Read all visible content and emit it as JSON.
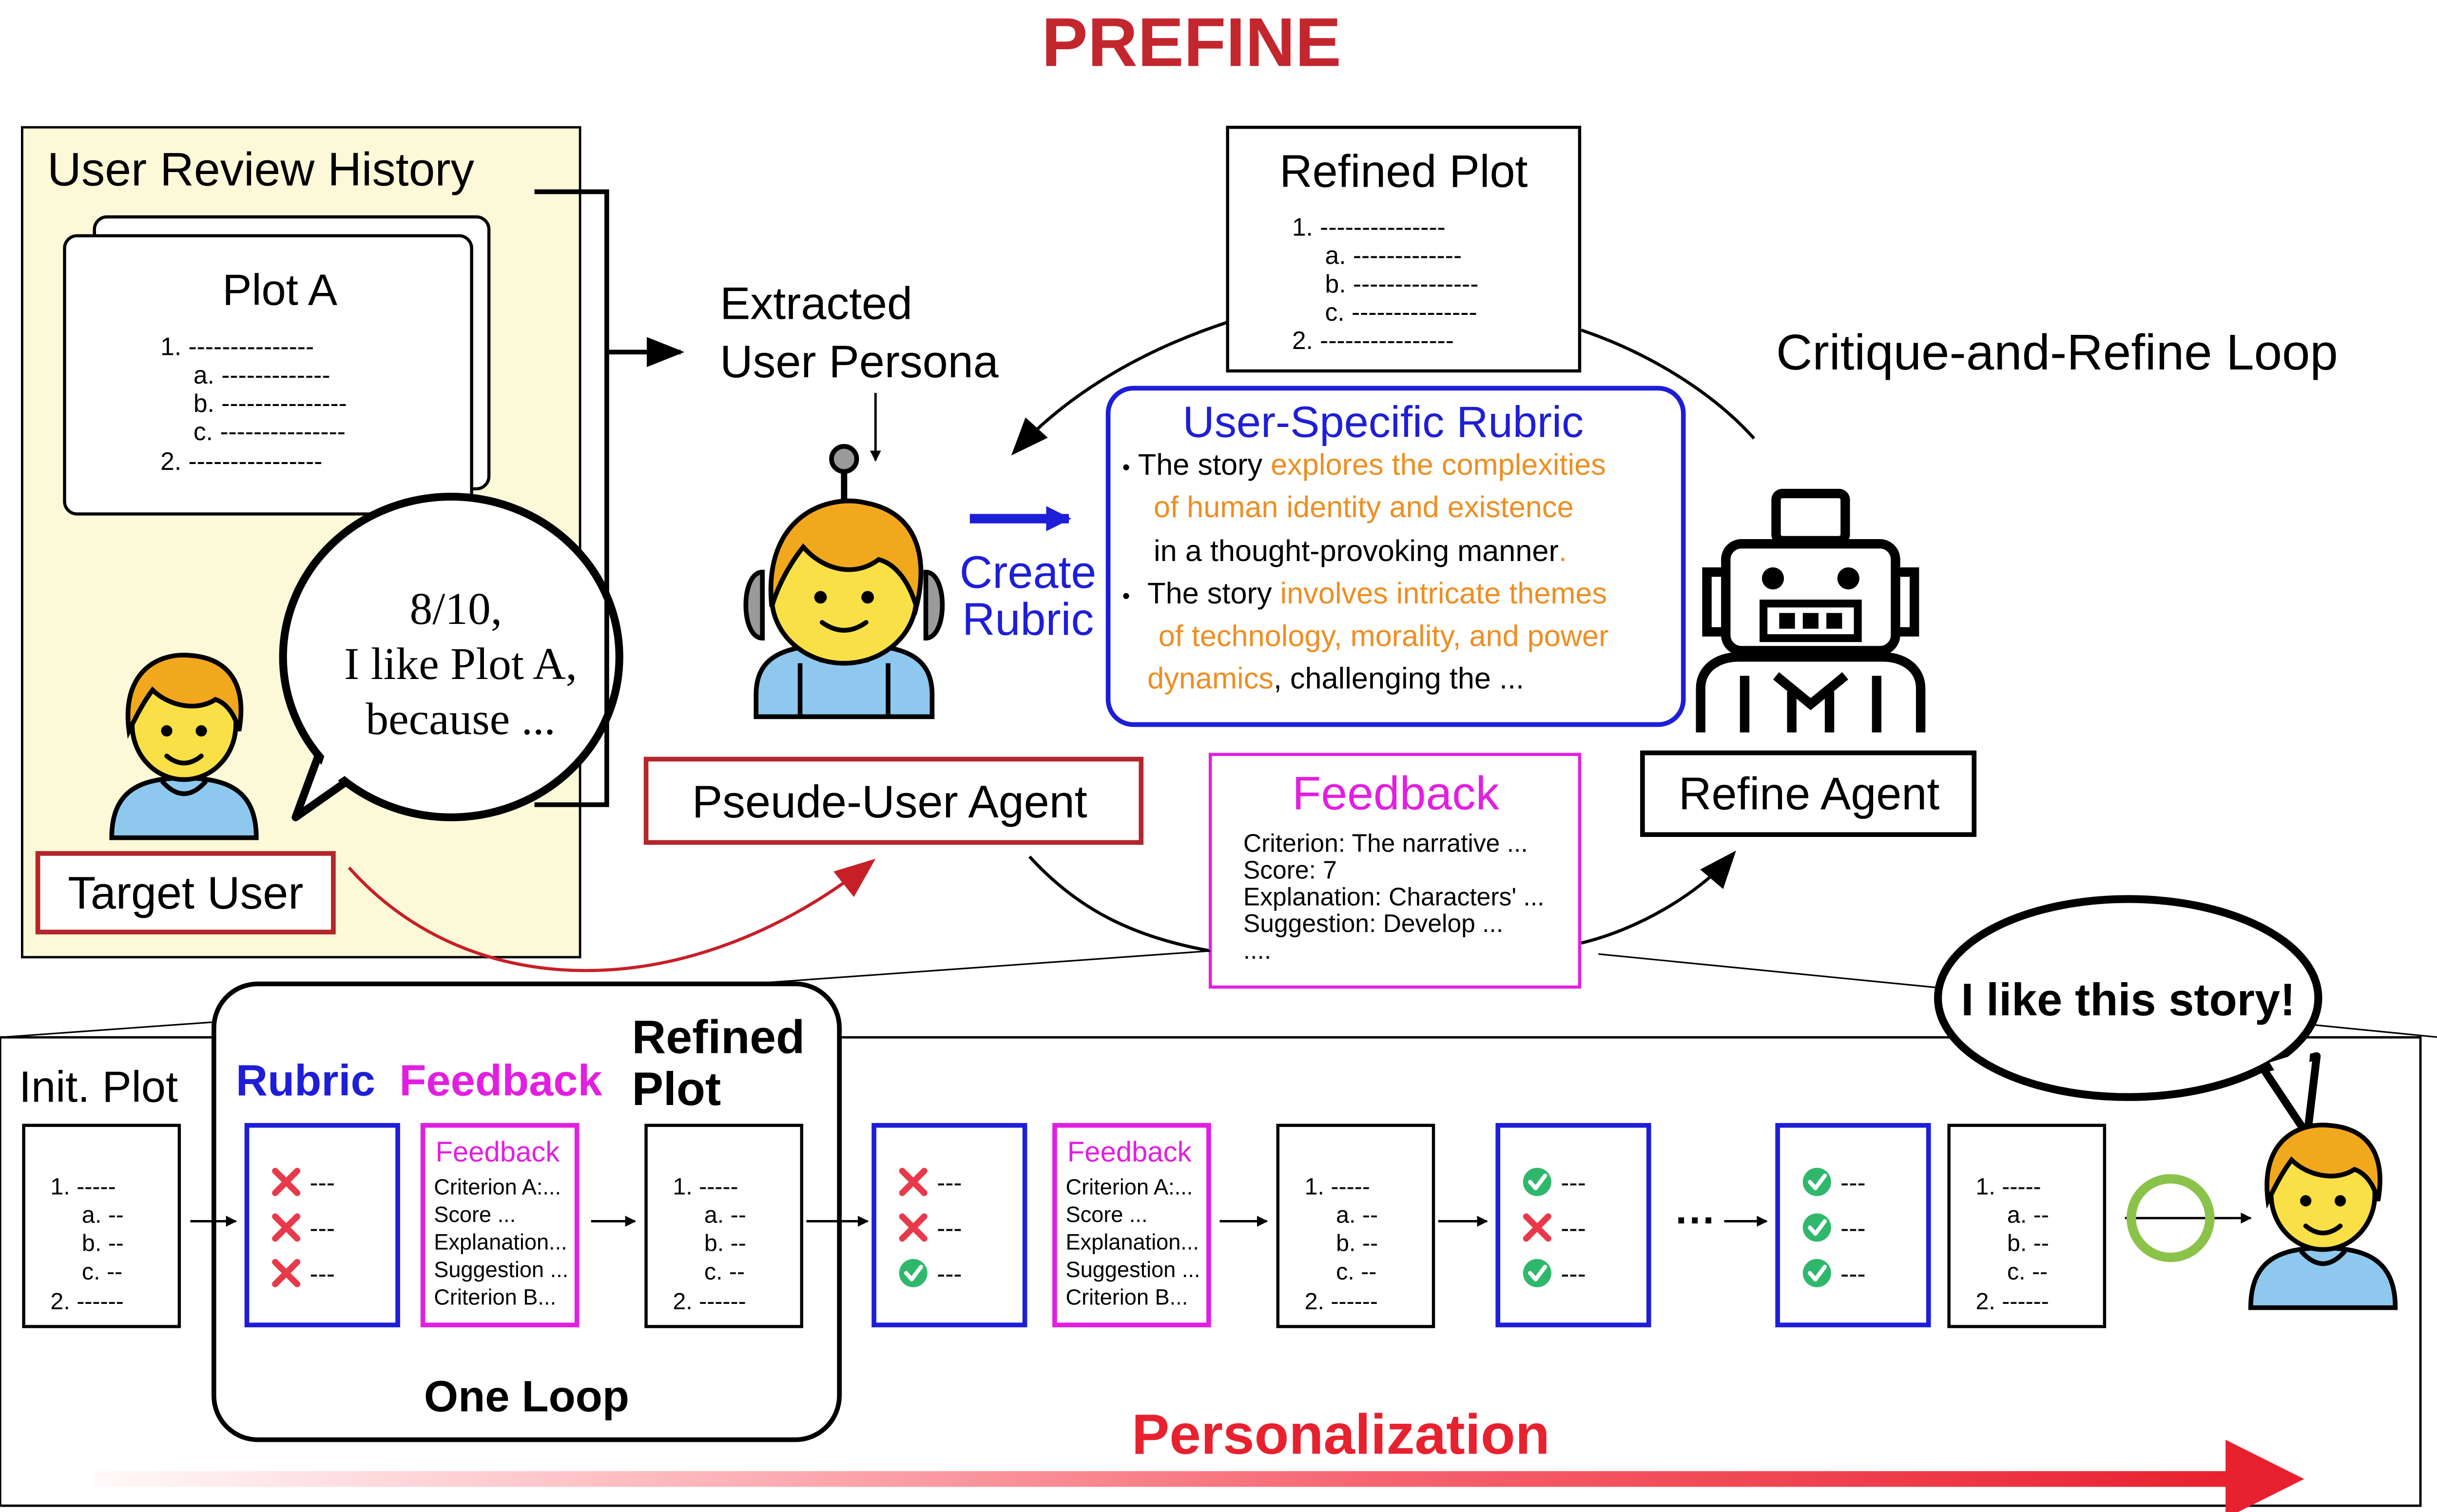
{
  "title": "PREFINE",
  "colors": {
    "title_red": "#C4262E",
    "panel_yellow": "#FBF9D8",
    "user_box_red": "#B2262C",
    "rubric_blue": "#1E1ED8",
    "feedback_magenta": "#E21FE0",
    "highlight_orange": "#EE8E22",
    "check_green": "#2FB86B",
    "cross_red": "#E8394B",
    "arrow_red": "#C71F27",
    "circle_green": "#8BC34A",
    "face_yellow": "#F9E046",
    "hair_orange": "#F2A81D",
    "shirt_blue": "#8EC8EE"
  },
  "history": {
    "title": "User Review History",
    "plot": {
      "title": "Plot A",
      "lines": [
        "1. ---------------",
        "a. -------------",
        "b. ---------------",
        "c. ---------------",
        "2. ----------------"
      ]
    },
    "speech": [
      "8/10,",
      "I like Plot A,",
      "because ..."
    ],
    "target_label": "Target User",
    "avatar_icon": "user-avatar-icon"
  },
  "persona": {
    "caption_line1": "Extracted",
    "caption_line2": "User Persona",
    "agent_label": "Pseude-User Agent",
    "agent_icon": "robot-user-icon"
  },
  "create_rubric": {
    "line1": "Create",
    "line2": "Rubric"
  },
  "refined_plot": {
    "title": "Refined Plot",
    "lines": [
      "1. ---------------",
      "a. -------------",
      "b. ---------------",
      "c. ---------------",
      "2. ----------------"
    ]
  },
  "loop_label": "Critique-and-Refine Loop",
  "rubric": {
    "title": "User-Specific Rubric",
    "bullet1_start": "The story ",
    "bullet1_orange_a": "explores the complexities",
    "bullet1_orange_b": "of human identity and existence",
    "bullet1_end": "in a thought-provoking manner",
    "bullet1_end_dot": ".",
    "bullet2_start": "The story ",
    "bullet2_orange_a": "involves intricate themes",
    "bullet2_orange_b": "of technology, morality, and power",
    "bullet2_orange_c": "dynamics",
    "bullet2_end": ", challenging the ...",
    "bullet_mark": "•"
  },
  "refine_agent": {
    "label": "Refine Agent",
    "icon": "robot-icon"
  },
  "feedback": {
    "title": "Feedback",
    "lines": [
      "Criterion: The narrative ...",
      "Score: 7",
      "Explanation: Characters' ...",
      "Suggestion: Develop ...",
      "...."
    ]
  },
  "bottom": {
    "init_label": "Init. Plot",
    "rubric_label": "Rubric",
    "feedback_label": "Feedback",
    "refined_line1": "Refined",
    "refined_line2": "Plot",
    "one_loop": "One Loop",
    "mini_plot_lines": [
      "1. -----",
      "a. --",
      "b. --",
      "c. --",
      "2. ------"
    ],
    "mini_feedback_title": "Feedback",
    "mini_feedback_lines": [
      "Criterion A:...",
      "Score ...",
      "Explanation...",
      "Suggestion ...",
      "Criterion B..."
    ],
    "rubric_item": "---",
    "ellipsis": "···",
    "speech": "I like this story!",
    "personalization": "Personalization",
    "rubric_states": [
      [
        "fail",
        "fail",
        "fail"
      ],
      [
        "fail",
        "fail",
        "pass"
      ],
      [
        "pass",
        "fail",
        "pass"
      ],
      [
        "pass",
        "pass",
        "pass"
      ]
    ]
  }
}
